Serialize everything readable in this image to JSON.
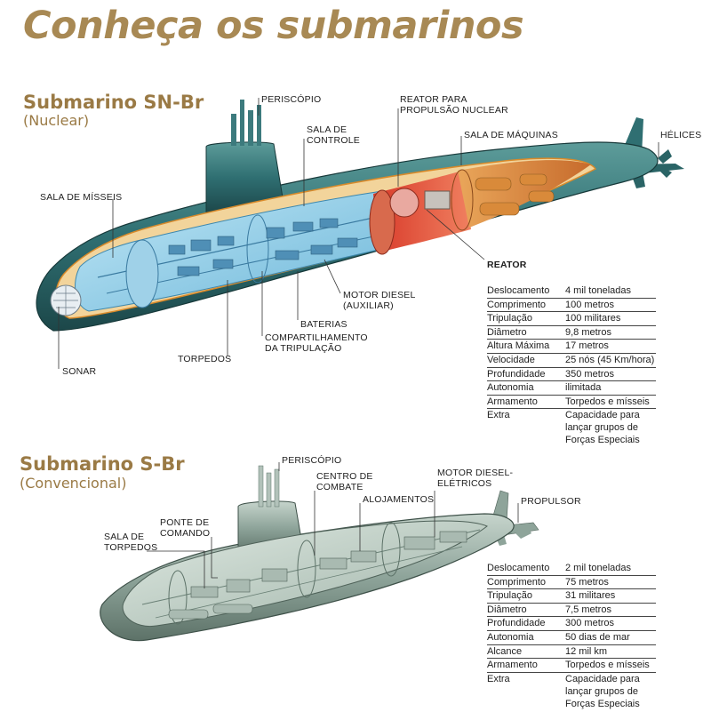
{
  "title": "Conheça os submarinos",
  "nuclear": {
    "name": "Submarino SN-Br",
    "type": "(Nuclear)",
    "labels": {
      "periscopio": "PERISCÓPIO",
      "sala_controle_1": "SALA DE",
      "sala_controle_2": "CONTROLE",
      "reator_propulsao_1": "REATOR PARA",
      "reator_propulsao_2": "PROPULSÃO NUCLEAR",
      "sala_maquinas": "SALA DE MÁQUINAS",
      "helices": "HÉLICES",
      "sala_misseis": "SALA DE MÍSSEIS",
      "reator": "REATOR",
      "motor_diesel_1": "MOTOR DIESEL",
      "motor_diesel_2": "(AUXILIAR)",
      "baterias": "BATERIAS",
      "compart_1": "COMPARTILHAMENTO",
      "compart_2": "DA TRIPULAÇÃO",
      "torpedos": "TORPEDOS",
      "sonar": "SONAR"
    },
    "specs": [
      {
        "k": "Deslocamento",
        "v": "4 mil toneladas"
      },
      {
        "k": "Comprimento",
        "v": "100 metros"
      },
      {
        "k": "Tripulação",
        "v": "100 militares"
      },
      {
        "k": "Diâmetro",
        "v": "9,8 metros"
      },
      {
        "k": "Altura Máxima",
        "v": "17 metros"
      },
      {
        "k": "Velocidade",
        "v": "25 nós (45 Km/hora)"
      },
      {
        "k": "Profundidade",
        "v": "350 metros"
      },
      {
        "k": "Autonomia",
        "v": "ilimitada"
      },
      {
        "k": "Armamento",
        "v": "Torpedos e mísseis"
      },
      {
        "k": "Extra",
        "v": "Capacidade para lançar grupos de Forças Especiais"
      }
    ]
  },
  "conventional": {
    "name": "Submarino S-Br",
    "type": "(Convencional)",
    "labels": {
      "periscopio": "PERISCÓPIO",
      "centro_1": "CENTRO DE",
      "centro_2": "COMBATE",
      "alojamentos": "ALOJAMENTOS",
      "motor_1": "MOTOR DIESEL-",
      "motor_2": "ELÉTRICOS",
      "propulsor": "PROPULSOR",
      "ponte_1": "PONTE DE",
      "ponte_2": "COMANDO",
      "torp_1": "SALA DE",
      "torp_2": "TORPEDOS"
    },
    "specs": [
      {
        "k": "Deslocamento",
        "v": "2 mil toneladas"
      },
      {
        "k": "Comprimento",
        "v": "75 metros"
      },
      {
        "k": "Tripulação",
        "v": "31 militares"
      },
      {
        "k": "Diâmetro",
        "v": "7,5 metros"
      },
      {
        "k": "Profundidade",
        "v": "300 metros"
      },
      {
        "k": "Autonomia",
        "v": "50 dias de mar"
      },
      {
        "k": "Alcance",
        "v": "12 mil km"
      },
      {
        "k": "Armamento",
        "v": "Torpedos e mísseis"
      },
      {
        "k": "Extra",
        "v": "Capacidade para lançar grupos de Forças Especiais"
      }
    ]
  }
}
